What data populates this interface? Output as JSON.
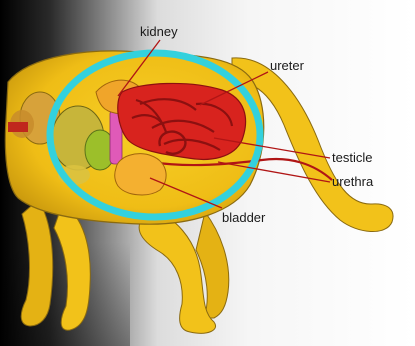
{
  "diagram": {
    "labels": {
      "kidney": "kidney",
      "ureter": "ureter",
      "testicle": "testicle",
      "urethra": "urethra",
      "bladder": "bladder"
    },
    "colors": {
      "body": "#f2c21a",
      "body_outline": "#8a6a10",
      "organ_red": "#d8231e",
      "organ_dark_red": "#8c1010",
      "highlight_ring": "#33d1dd",
      "leader_line": "#b01515",
      "pink_organ": "#e05ab8",
      "green_organ": "#9cbf2a",
      "olive_organ": "#c7b53a",
      "kidney_orange": "#f0a52a",
      "bladder_orange": "#f4b030"
    }
  }
}
